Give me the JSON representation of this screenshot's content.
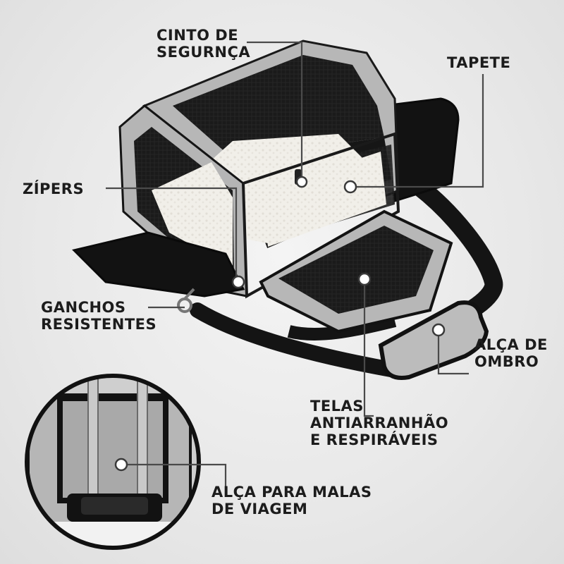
{
  "labels": {
    "seatbelt": [
      "CINTO DE",
      "SEGURNÇA"
    ],
    "mat": [
      "TAPETE"
    ],
    "zippers": [
      "ZÍPERS"
    ],
    "hooks": [
      "GANCHOS",
      "RESISTENTES"
    ],
    "shoulder_strap": [
      "ALÇA DE",
      "OMBRO"
    ],
    "mesh": [
      "TELAS",
      "ANTIARRANHÃO",
      "E RESPIRÁVEIS"
    ],
    "luggage_strap": [
      "ALÇA PARA MALAS",
      "DE VIAGEM"
    ]
  },
  "colors": {
    "background": "#e8e8e8",
    "fabric_gray": "#b9b9b9",
    "fabric_black": "#141414",
    "fleece": "#f2f0ea",
    "text": "#1c1c1c"
  }
}
